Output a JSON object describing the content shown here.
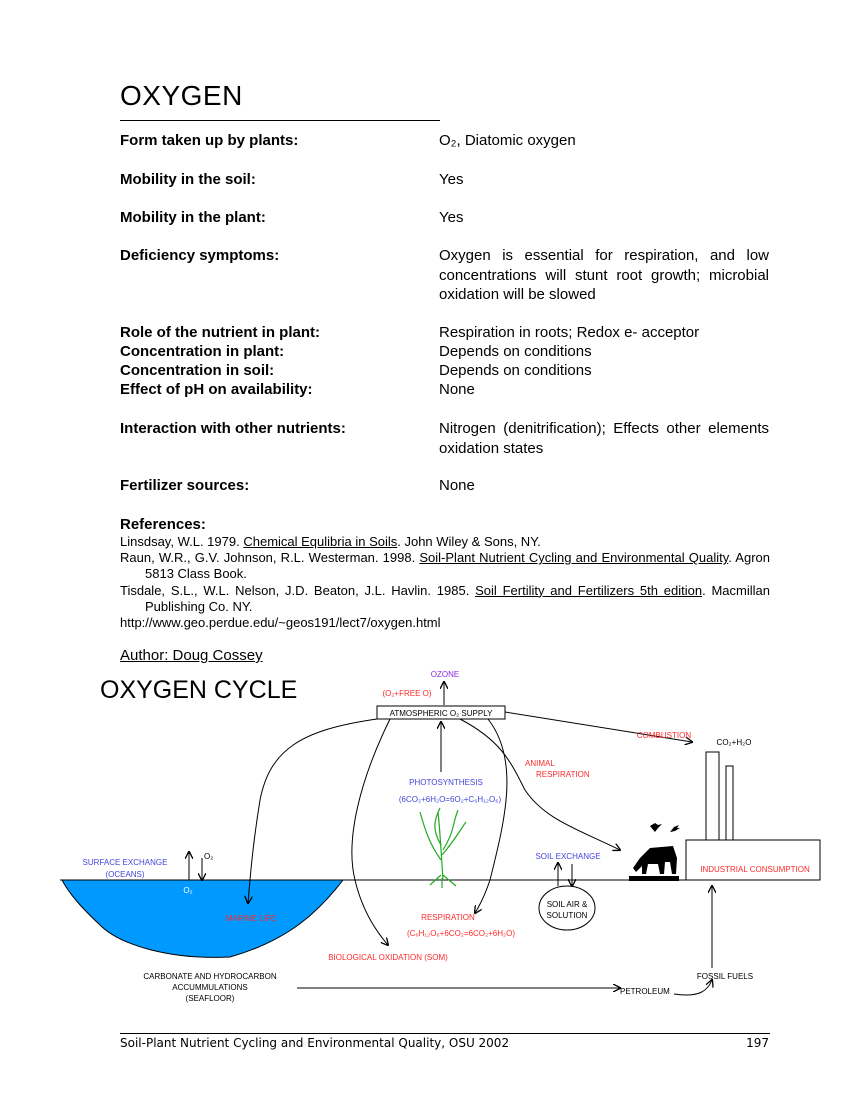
{
  "title": "OXYGEN",
  "rows": [
    {
      "label": "Form taken up by plants:",
      "value": "O₂, Diatomic oxygen"
    },
    {
      "label": "Mobility in the soil:",
      "value": "Yes"
    },
    {
      "label": "Mobility in the plant:",
      "value": "Yes"
    },
    {
      "label": "Deficiency symptoms:",
      "value": "Oxygen is essential for respiration, and low concentrations will stunt root growth; microbial oxidation will be slowed"
    },
    {
      "label": "Role of the nutrient in plant:",
      "value": "Respiration in roots; Redox e- acceptor"
    },
    {
      "label": "Concentration in plant:",
      "value": "Depends on conditions"
    },
    {
      "label": "Concentration in soil:",
      "value": "Depends on conditions"
    },
    {
      "label": "Effect of pH on availability:",
      "value": "None"
    },
    {
      "label": "Interaction with other nutrients:",
      "value": "Nitrogen (denitrification); Effects other elements oxidation states"
    },
    {
      "label": "Fertilizer sources:",
      "value": "None"
    }
  ],
  "references": {
    "heading": "References:",
    "items": [
      {
        "pre": "Linsdsay, W.L. 1979.  ",
        "title": "Chemical Equlibria in Soils",
        "post": ".  John Wiley & Sons, NY."
      },
      {
        "pre": "Raun, W.R., G.V. Johnson, R.L. Westerman. 1998. ",
        "title": "Soil-Plant Nutrient Cycling and Environmental Quality",
        "post": ". Agron 5813 Class Book."
      },
      {
        "pre": "Tisdale, S.L., W.L. Nelson, J.D. Beaton, J.L. Havlin. 1985. ",
        "title": "Soil Fertility and Fertilizers 5th edition",
        "post": ". Macmillan Publishing Co. NY."
      },
      {
        "pre": "http://www.geo.perdue.edu/~geos191/lect7/oxygen.html",
        "title": "",
        "post": ""
      }
    ]
  },
  "author": "Author: Doug Cossey",
  "cycle": {
    "title": "OXYGEN CYCLE",
    "ozone": "OZONE",
    "free_o": "(O₂+FREE O)",
    "atmos": "ATMOSPHERIC O₂ SUPPLY",
    "photosynthesis": "PHOTOSYNTHESIS",
    "photo_formula": "(6CO₂+6H₂O=6O₂+C₆H₁₂O₆)",
    "combustion": "COMBUSTION",
    "co2_h2o": "CO₂+H₂O",
    "animal_resp_1": "ANIMAL",
    "animal_resp_2": "RESPIRATION",
    "soil_exchange": "SOIL EXCHANGE",
    "soil_air_1": "SOIL AIR &",
    "soil_air_2": "SOLUTION",
    "industrial": "INDUSTRIAL CONSUMPTION",
    "surface_1": "SURFACE EXCHANGE",
    "surface_2": "(OCEANS)",
    "o2_top": "O₂",
    "o2_bottom": "O₂",
    "marine": "MARINE LIFE",
    "respiration": "RESPIRATION",
    "resp_formula": "(C₆H₁₂O₆+6CO₂=6CO₂+6H₂O)",
    "bio_ox": "BIOLOGICAL OXIDATION (SOM)",
    "carbonate_1": "CARBONATE AND HYDROCARBON",
    "carbonate_2": "ACCUMMULATIONS",
    "carbonate_3": "(SEAFLOOR)",
    "petroleum": "PETROLEUM",
    "fossil": "FOSSIL FUELS",
    "colors": {
      "ocean": "#0099ff",
      "red": "#ff2a2a",
      "blue": "#4444dd",
      "purple": "#8a2be2",
      "plant": "#22aa22"
    }
  },
  "footer": {
    "left": "Soil-Plant Nutrient Cycling and Environmental Quality, OSU 2002",
    "page": "197"
  }
}
